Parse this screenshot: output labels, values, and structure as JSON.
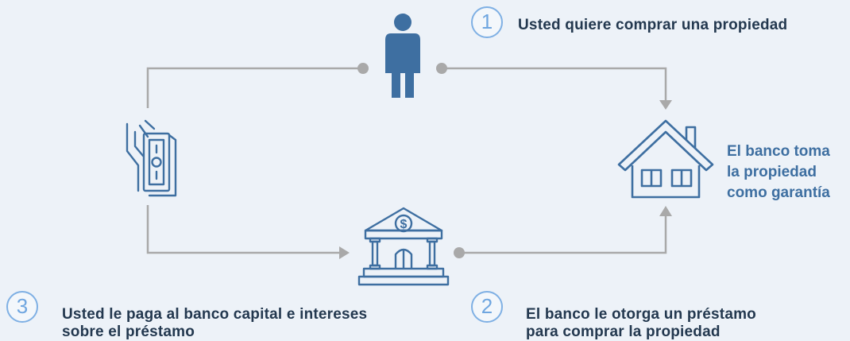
{
  "steps": [
    {
      "number": "1",
      "text": "Usted quiere comprar una propiedad"
    },
    {
      "number": "2",
      "line1": "El banco le otorga un préstamo",
      "line2": "para comprar la propiedad"
    },
    {
      "number": "3",
      "line1": "Usted le paga al banco capital e intereses",
      "line2": "sobre el préstamo"
    }
  ],
  "guarantee": {
    "line1": "El banco toma",
    "line2": "la propiedad",
    "line3": "como garantía"
  },
  "icons": [
    "person-icon",
    "house-icon",
    "bank-icon",
    "hand-money-icon"
  ],
  "colors": {
    "background": "#edf2f8",
    "icon": "#3e6fa1",
    "accent": "#7fb0e4",
    "connector": "#a9a9a9",
    "text": "#23384f"
  }
}
